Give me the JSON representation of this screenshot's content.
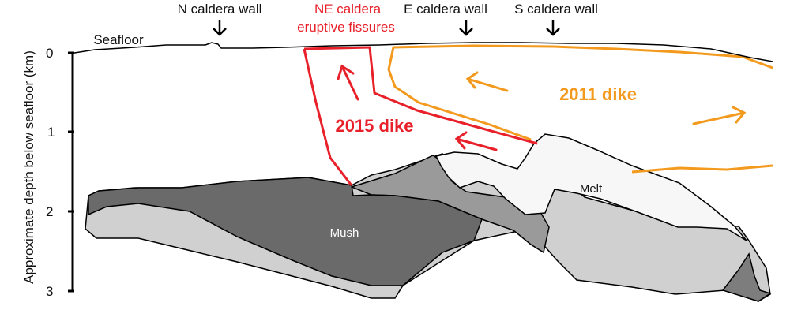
{
  "labels": {
    "n_caldera_wall": "N caldera wall",
    "ne_caldera_line1": "NE caldera",
    "ne_caldera_line2": "eruptive fissures",
    "e_caldera_wall": "E caldera wall",
    "s_caldera_wall": "S caldera wall",
    "seafloor": "Seafloor",
    "dike_2015": "2015 dike",
    "dike_2011": "2011 dike",
    "melt": "Melt",
    "mush": "Mush"
  },
  "y_axis": {
    "label": "Approximate depth below seafloor (km)",
    "ticks": [
      "0",
      "1",
      "2",
      "3"
    ]
  },
  "colors": {
    "red": "#e8202a",
    "orange": "#f39a1e",
    "mush": "#6a6a6a",
    "mid_gray": "#9a9a9a",
    "light_gray": "#d0d0d0",
    "melt": "#f7f7f7",
    "dark_gray": "#7d7d7d"
  }
}
